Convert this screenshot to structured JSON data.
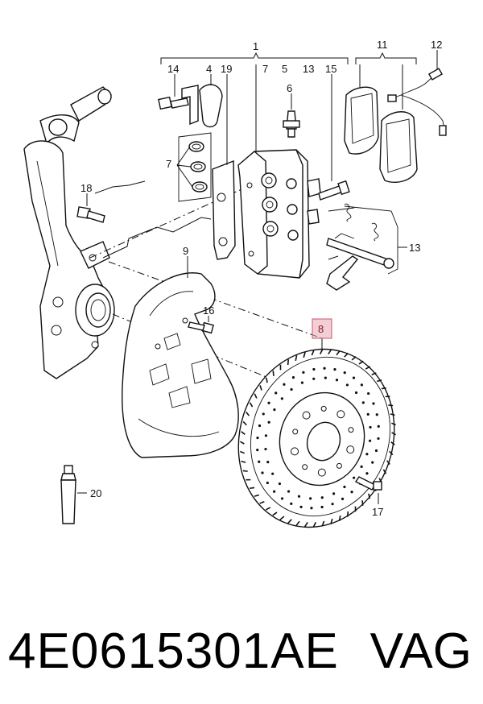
{
  "callouts": {
    "c1": "1",
    "c4": "4",
    "c5": "5",
    "c6": "6",
    "c7a": "7",
    "c7b": "7",
    "c8": "8",
    "c9": "9",
    "c11": "11",
    "c12": "12",
    "c13a": "13",
    "c13b": "13",
    "c14": "14",
    "c15": "15",
    "c16": "16",
    "c17": "17",
    "c18": "18",
    "c19": "19",
    "c20": "20"
  },
  "highlight_color": "#e8a8b0",
  "footer": {
    "part_number": "4E0615301AE",
    "brand": "VAG"
  }
}
